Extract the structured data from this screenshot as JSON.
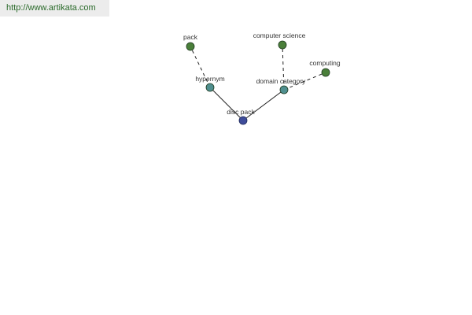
{
  "header": {
    "url": "http://www.artikata.com"
  },
  "colors": {
    "center_node": "#3e4c9a",
    "relation_node": "#4f8f8f",
    "leaf_node": "#4a7f3a",
    "node_stroke": "#1f3a1f",
    "edge": "#222222"
  },
  "graph": {
    "nodes": {
      "center": "disc pack",
      "hypernym": "hypernym",
      "domain_category": "domain category",
      "pack": "pack",
      "computer_science": "computer science",
      "computing": "computing"
    },
    "edges": [
      {
        "from": "disc pack",
        "to": "hypernym",
        "style": "solid"
      },
      {
        "from": "disc pack",
        "to": "domain category",
        "style": "solid"
      },
      {
        "from": "hypernym",
        "to": "pack",
        "style": "dashed"
      },
      {
        "from": "domain category",
        "to": "computer science",
        "style": "dashed"
      },
      {
        "from": "domain category",
        "to": "computing",
        "style": "dashed"
      }
    ]
  }
}
